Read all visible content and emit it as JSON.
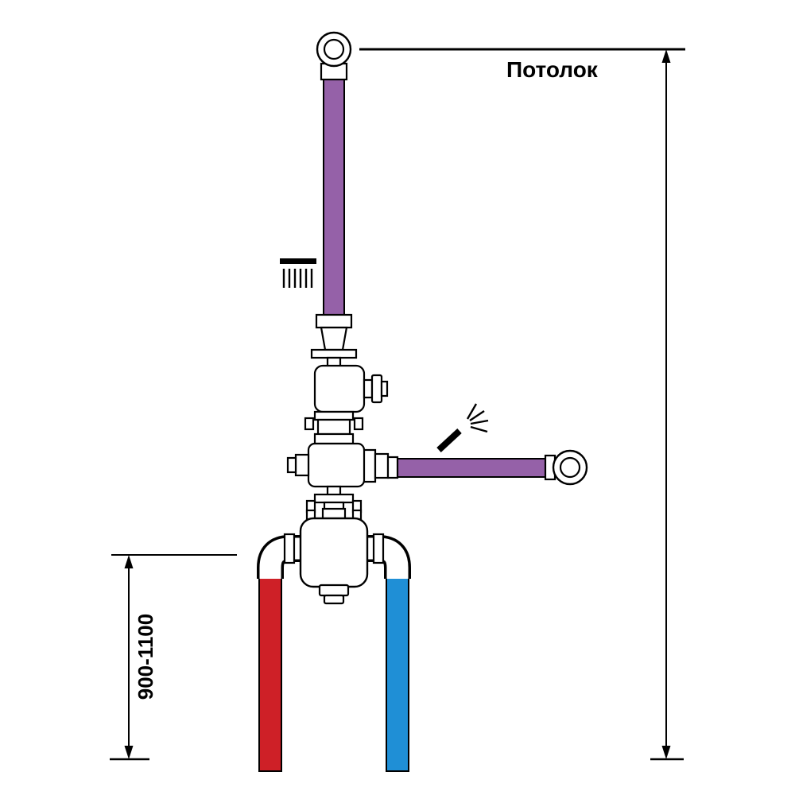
{
  "diagram": {
    "type": "plumbing-installation-diagram",
    "labels": {
      "ceiling": "Потолок",
      "mounting_height": "900-1100"
    },
    "colors": {
      "mixed_water_pipe": "#9561a8",
      "hot_water_pipe": "#ce2027",
      "cold_water_pipe": "#1f8fd6",
      "outline": "#000000",
      "fitting_fill": "#ffffff"
    },
    "icons": {
      "rain_shower": "rain-shower-head-icon",
      "hand_shower": "hand-shower-spray-icon"
    }
  }
}
